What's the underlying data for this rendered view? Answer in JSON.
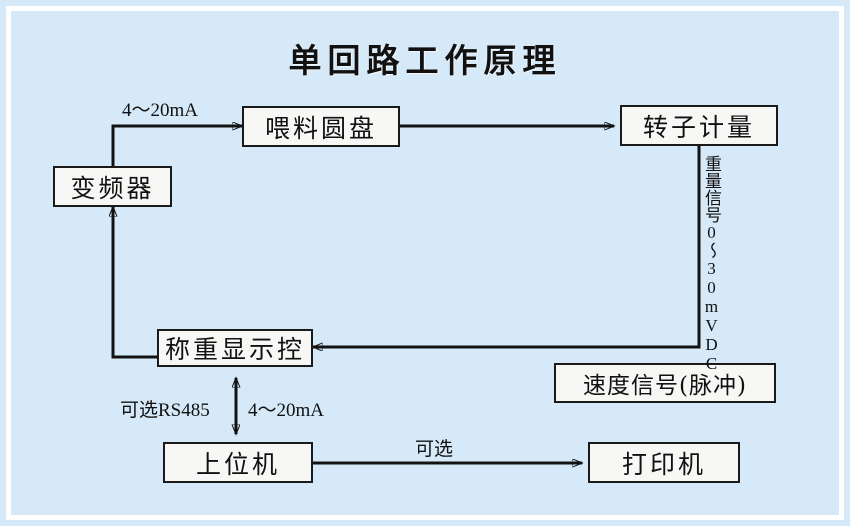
{
  "diagram": {
    "title": "单回路工作原理",
    "background_color": "#d6e9f8",
    "frame_color": "#ffffff",
    "line_color": "#121212",
    "node_fill": "#f7f7f5",
    "nodes": [
      {
        "id": "inverter",
        "label": "变频器"
      },
      {
        "id": "feed-disc",
        "label": "喂料圆盘"
      },
      {
        "id": "rotor-meter",
        "label": "转子计量"
      },
      {
        "id": "weigh-display",
        "label": "称重显示控"
      },
      {
        "id": "speed-signal",
        "label": "速度信号(脉冲)"
      },
      {
        "id": "host-pc",
        "label": "上位机"
      },
      {
        "id": "printer",
        "label": "打印机"
      }
    ],
    "edge_labels": [
      {
        "id": "current-out",
        "text": "4～20mA"
      },
      {
        "id": "weight-signal",
        "text": "重量信号0～30mVDC"
      },
      {
        "id": "optional-rs485",
        "text": "可选RS485"
      },
      {
        "id": "current-in",
        "text": "4～20mA"
      },
      {
        "id": "optional-print",
        "text": "可选"
      }
    ]
  }
}
